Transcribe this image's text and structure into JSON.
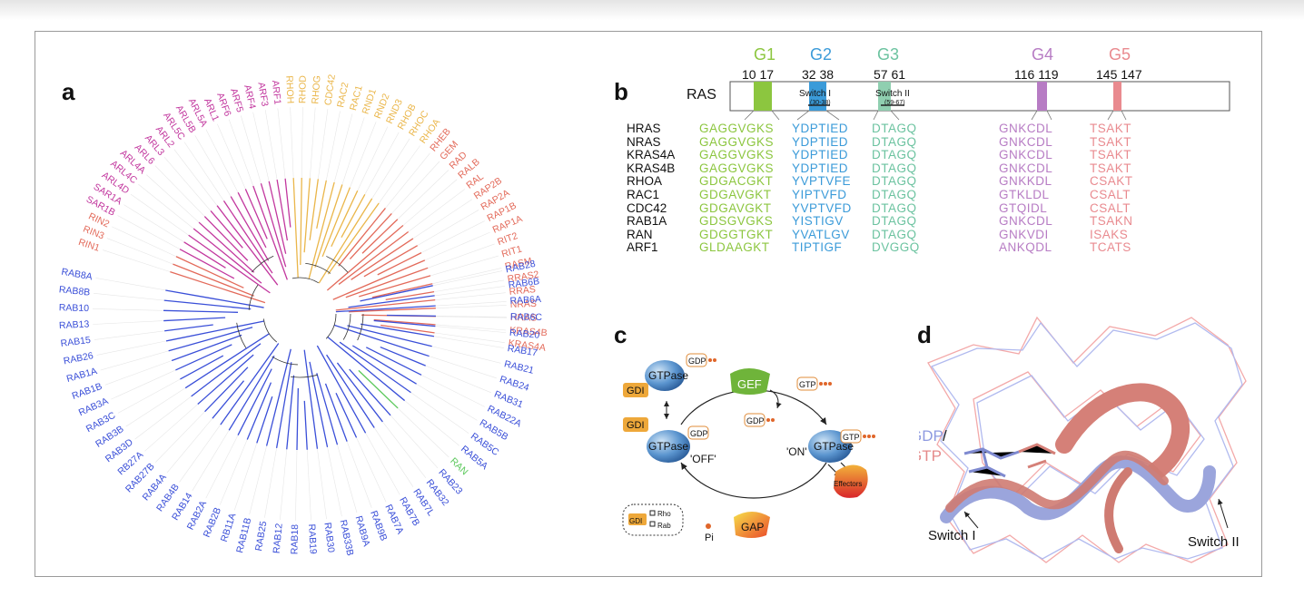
{
  "panels": {
    "a": "a",
    "b": "b",
    "c": "c",
    "d": "d"
  },
  "tree": {
    "left": [
      {
        "name": "RIN1",
        "color": "#e36a5a"
      },
      {
        "name": "RIN3",
        "color": "#e36a5a"
      },
      {
        "name": "RIN2",
        "color": "#e36a5a"
      },
      {
        "name": "SAR1B",
        "color": "#c2379e"
      },
      {
        "name": "SAR1A",
        "color": "#c2379e"
      },
      {
        "name": "ARL4D",
        "color": "#c2379e"
      },
      {
        "name": "ARL4C",
        "color": "#c2379e"
      },
      {
        "name": "ARL4A",
        "color": "#c2379e"
      },
      {
        "name": "ARL6",
        "color": "#c2379e"
      },
      {
        "name": "ARL3",
        "color": "#c2379e"
      },
      {
        "name": "ARL2",
        "color": "#c2379e"
      },
      {
        "name": "ARL5C",
        "color": "#c2379e"
      },
      {
        "name": "ARL5B",
        "color": "#c2379e"
      },
      {
        "name": "ARL5A",
        "color": "#c2379e"
      },
      {
        "name": "ARL1",
        "color": "#c2379e"
      },
      {
        "name": "ARF6",
        "color": "#c2379e"
      },
      {
        "name": "ARF5",
        "color": "#c2379e"
      },
      {
        "name": "ARF4",
        "color": "#c2379e"
      },
      {
        "name": "ARF3",
        "color": "#c2379e"
      },
      {
        "name": "ARF1",
        "color": "#c2379e"
      },
      {
        "name": "RHOH",
        "color": "#eab64a"
      },
      {
        "name": "RHOD",
        "color": "#eab64a"
      },
      {
        "name": "RHOG",
        "color": "#eab64a"
      },
      {
        "name": "CDC42",
        "color": "#eab64a"
      },
      {
        "name": "RAC2",
        "color": "#eab64a"
      },
      {
        "name": "RAC1",
        "color": "#eab64a"
      },
      {
        "name": "RND1",
        "color": "#eab64a"
      },
      {
        "name": "RND2",
        "color": "#eab64a"
      },
      {
        "name": "RND3",
        "color": "#eab64a"
      },
      {
        "name": "RHOB",
        "color": "#eab64a"
      },
      {
        "name": "RHOC",
        "color": "#eab64a"
      },
      {
        "name": "RHOA",
        "color": "#eab64a"
      },
      {
        "name": "RHEB",
        "color": "#e36a5a"
      },
      {
        "name": "GEM",
        "color": "#e36a5a"
      },
      {
        "name": "RAD",
        "color": "#e36a5a"
      },
      {
        "name": "RALB",
        "color": "#e36a5a"
      },
      {
        "name": "RAL",
        "color": "#e36a5a"
      },
      {
        "name": "RAP2B",
        "color": "#e36a5a"
      },
      {
        "name": "RAP2A",
        "color": "#e36a5a"
      },
      {
        "name": "RAP1B",
        "color": "#e36a5a"
      },
      {
        "name": "RAP1A",
        "color": "#e36a5a"
      },
      {
        "name": "RIT2",
        "color": "#e36a5a"
      },
      {
        "name": "RIT1",
        "color": "#e36a5a"
      },
      {
        "name": "RASM",
        "color": "#e36a5a"
      },
      {
        "name": "RRAS2",
        "color": "#e36a5a"
      },
      {
        "name": "RRAS",
        "color": "#e36a5a"
      },
      {
        "name": "NRAS",
        "color": "#e36a5a"
      },
      {
        "name": "HRAS",
        "color": "#e36a5a"
      },
      {
        "name": "KRAS4B",
        "color": "#e36a5a"
      },
      {
        "name": "KRAS4A",
        "color": "#e36a5a"
      }
    ],
    "right": [
      {
        "name": "RAB8A",
        "color": "#3a4fd8"
      },
      {
        "name": "RAB8B",
        "color": "#3a4fd8"
      },
      {
        "name": "RAB10",
        "color": "#3a4fd8"
      },
      {
        "name": "RAB13",
        "color": "#3a4fd8"
      },
      {
        "name": "RAB15",
        "color": "#3a4fd8"
      },
      {
        "name": "RAB26",
        "color": "#3a4fd8"
      },
      {
        "name": "RAB1A",
        "color": "#3a4fd8"
      },
      {
        "name": "RAB1B",
        "color": "#3a4fd8"
      },
      {
        "name": "RAB3A",
        "color": "#3a4fd8"
      },
      {
        "name": "RAB3C",
        "color": "#3a4fd8"
      },
      {
        "name": "RAB3B",
        "color": "#3a4fd8"
      },
      {
        "name": "RAB3D",
        "color": "#3a4fd8"
      },
      {
        "name": "RB27A",
        "color": "#3a4fd8"
      },
      {
        "name": "RAB27B",
        "color": "#3a4fd8"
      },
      {
        "name": "RAB4A",
        "color": "#3a4fd8"
      },
      {
        "name": "RAB4B",
        "color": "#3a4fd8"
      },
      {
        "name": "RAB14",
        "color": "#3a4fd8"
      },
      {
        "name": "RAB2A",
        "color": "#3a4fd8"
      },
      {
        "name": "RAB2B",
        "color": "#3a4fd8"
      },
      {
        "name": "RB11A",
        "color": "#3a4fd8"
      },
      {
        "name": "RAB11B",
        "color": "#3a4fd8"
      },
      {
        "name": "RAB25",
        "color": "#3a4fd8"
      },
      {
        "name": "RAB12",
        "color": "#3a4fd8"
      },
      {
        "name": "RAB18",
        "color": "#3a4fd8"
      },
      {
        "name": "RAB19",
        "color": "#3a4fd8"
      },
      {
        "name": "RAB30",
        "color": "#3a4fd8"
      },
      {
        "name": "RAB33B",
        "color": "#3a4fd8"
      },
      {
        "name": "RAB9A",
        "color": "#3a4fd8"
      },
      {
        "name": "RAB9B",
        "color": "#3a4fd8"
      },
      {
        "name": "RAB7A",
        "color": "#3a4fd8"
      },
      {
        "name": "RAB7B",
        "color": "#3a4fd8"
      },
      {
        "name": "RAB7L",
        "color": "#3a4fd8"
      },
      {
        "name": "RAB32",
        "color": "#3a4fd8"
      },
      {
        "name": "RAB23",
        "color": "#3a4fd8"
      },
      {
        "name": "RAN",
        "color": "#5ac85a"
      },
      {
        "name": "RAB5A",
        "color": "#3a4fd8"
      },
      {
        "name": "RAB5C",
        "color": "#3a4fd8"
      },
      {
        "name": "RAB5B",
        "color": "#3a4fd8"
      },
      {
        "name": "RAB22A",
        "color": "#3a4fd8"
      },
      {
        "name": "RAB31",
        "color": "#3a4fd8"
      },
      {
        "name": "RAB24",
        "color": "#3a4fd8"
      },
      {
        "name": "RAB21",
        "color": "#3a4fd8"
      },
      {
        "name": "RAB17",
        "color": "#3a4fd8"
      },
      {
        "name": "RAB20",
        "color": "#3a4fd8"
      },
      {
        "name": "RAB6C",
        "color": "#3a4fd8"
      },
      {
        "name": "RAB6A",
        "color": "#3a4fd8"
      },
      {
        "name": "RAB6B",
        "color": "#3a4fd8"
      },
      {
        "name": "RAB28",
        "color": "#3a4fd8"
      }
    ]
  },
  "motifs": {
    "domain_label": "RAS",
    "headers": [
      {
        "name": "G1",
        "pos": "10 17",
        "color": "#8cc63f"
      },
      {
        "name": "G2",
        "pos": "32 38",
        "color": "#3b9bd9"
      },
      {
        "name": "G3",
        "pos": "57 61",
        "color": "#6cc3a0"
      },
      {
        "name": "G4",
        "pos": "116 119",
        "color": "#b77cc4"
      },
      {
        "name": "G5",
        "pos": "145 147",
        "color": "#e98a8f"
      }
    ],
    "switch1": "Switch I",
    "switch1_range": "(30-38)",
    "switch2": "Switch II",
    "switch2_range": "(59-67)",
    "rows": [
      {
        "name": "HRAS",
        "g1": "GAGGVGKS",
        "g2": "YDPTIED",
        "g3": "DTAGQ",
        "g4": "GNKCDL",
        "g5": "TSAKT"
      },
      {
        "name": "NRAS",
        "g1": "GAGGVGKS",
        "g2": "YDPTIED",
        "g3": "DTAGQ",
        "g4": "GNKCDL",
        "g5": "TSAKT"
      },
      {
        "name": "KRAS4A",
        "g1": "GAGGVGKS",
        "g2": "YDPTIED",
        "g3": "DTAGQ",
        "g4": "GNKCDL",
        "g5": "TSAKT"
      },
      {
        "name": "KRAS4B",
        "g1": "GAGGVGKS",
        "g2": "YDPTIED",
        "g3": "DTAGQ",
        "g4": "GNKCDL",
        "g5": "TSAKT"
      },
      {
        "name": "RHOA",
        "g1": "GDGACGKT",
        "g2": "YVPTVFE",
        "g3": "DTAGQ",
        "g4": "GNKKDL",
        "g5": "CSAKT"
      },
      {
        "name": "RAC1",
        "g1": "GDGAVGKT",
        "g2": "YIPTVFD",
        "g3": "DTAGQ",
        "g4": "GTKLDL",
        "g5": "CSALT"
      },
      {
        "name": "CDC42",
        "g1": "GDGAVGKT",
        "g2": "YVPTVFD",
        "g3": "DTAGQ",
        "g4": "GTQIDL",
        "g5": "CSALT"
      },
      {
        "name": "RAB1A",
        "g1": "GDSGVGKS",
        "g2": "YISTIGV",
        "g3": "DTAGQ",
        "g4": "GNKCDL",
        "g5": "TSAKN"
      },
      {
        "name": "RAN",
        "g1": "GDGGTGKT",
        "g2": "YVATLGV",
        "g3": "DTAGQ",
        "g4": "GNKVDI",
        "g5": "ISAKS"
      },
      {
        "name": "ARF1",
        "g1": "GLDAAGKT",
        "g2": "TIPTIGF",
        "g3": "DVGGQ",
        "g4": "ANKQDL",
        "g5": "TCATS"
      }
    ]
  },
  "cycle": {
    "gdp": "GDP",
    "gtp": "GTP",
    "gtpase": "GTPase",
    "gdi": "GDI",
    "gef": "GEF",
    "gap": "GAP",
    "off": "'OFF'",
    "on": "'ON'",
    "effectors": "Effectors",
    "pi": "Pi",
    "legend_rho": "Rho",
    "legend_rab": "Rab"
  },
  "structure": {
    "gdp_label": "GDP",
    "slash": "/",
    "gtp_label": "GTP",
    "switch1": "Switch I",
    "switch2": "Switch II",
    "gdp_color": "#8e9ae0",
    "gtp_color": "#e58a8a"
  }
}
